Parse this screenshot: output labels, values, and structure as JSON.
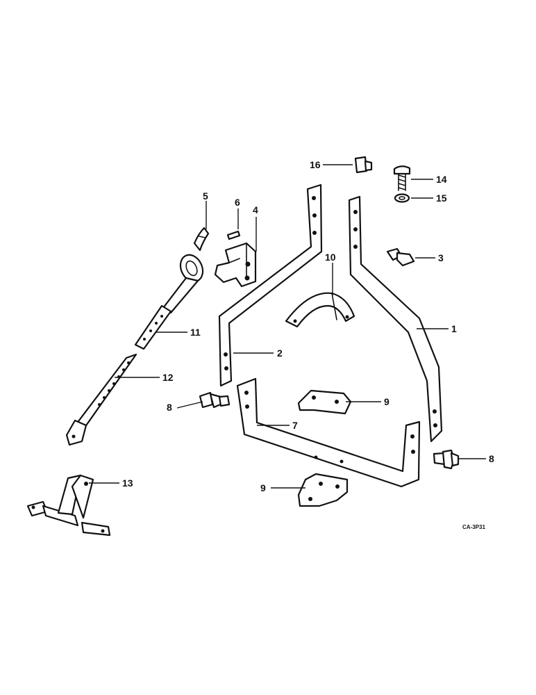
{
  "callouts": {
    "c1": "1",
    "c2": "2",
    "c3": "3",
    "c4": "4",
    "c5": "5",
    "c6": "6",
    "c7": "7",
    "c8a": "8",
    "c8b": "8",
    "c9a": "9",
    "c9b": "9",
    "c10": "10",
    "c11": "11",
    "c12": "12",
    "c13": "13",
    "c14": "14",
    "c15": "15",
    "c16": "16"
  },
  "figure_code": "CA-3P31"
}
